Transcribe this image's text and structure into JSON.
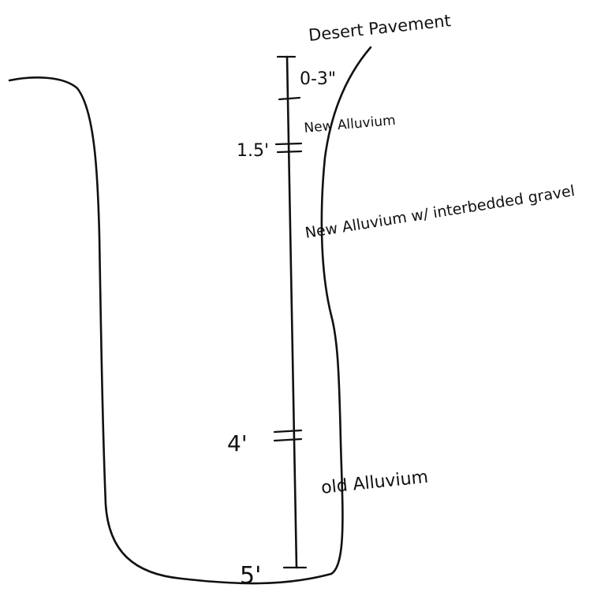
{
  "diagram": {
    "labels": {
      "top_layer": "Desert Pavement",
      "top_depth": "0-3\"",
      "layer_1": "New Alluvium",
      "depth_1": "1.5'",
      "layer_2": "New Alluvium w/ interbedded gravel",
      "depth_2": "4'",
      "layer_3": "old Alluvium",
      "depth_3": "5'"
    }
  }
}
